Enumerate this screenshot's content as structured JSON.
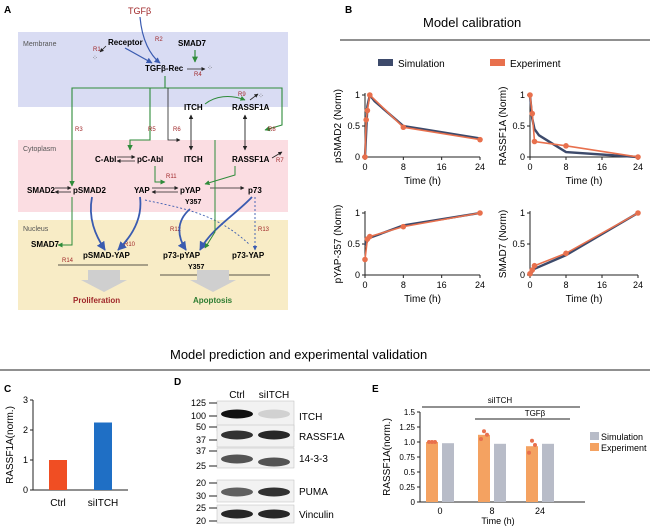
{
  "panel_labels": {
    "a": "A",
    "b": "B",
    "c": "C",
    "d": "D",
    "e": "E"
  },
  "pathway": {
    "tgfb_top": "TGFβ",
    "compartments": {
      "membrane": "Membrane",
      "cytoplasm": "Cytoplasm",
      "nucleus": "Nucleus"
    },
    "nodes": {
      "receptor": "Receptor",
      "smad7_top": "SMAD7",
      "tgfb_rec": "TGFβ-Rec",
      "itch_top": "ITCH",
      "rassf1a_top": "RASSF1A",
      "cabl": "C-Abl",
      "pcabl": "pC-Abl",
      "itch_mid": "ITCH",
      "rassf1a_mid": "RASSF1A",
      "smad2": "SMAD2",
      "psmad2": "pSMAD2",
      "yap": "YAP",
      "pyap": "pYAP",
      "y357": "Y357",
      "p73": "p73",
      "smad7_bottom": "SMAD7",
      "psmad_yap": "pSMAD-YAP",
      "p73_pyap": "p73-pYAP",
      "y357b": "Y357",
      "p73_yap": "p73-YAP"
    },
    "reactions": {
      "r1": "R1",
      "r2": "R2",
      "r3": "R3",
      "r4": "R4",
      "r5": "R5",
      "r6": "R6",
      "r7": "R7",
      "r8": "R8",
      "r9": "R9",
      "r10": "R10",
      "r11": "R11",
      "r12": "R12",
      "r13": "R13",
      "r14": "R14"
    },
    "outcomes": {
      "proliferation": "Proliferation",
      "apoptosis": "Apoptosis"
    }
  },
  "calibration": {
    "title": "Model calibration",
    "legend": {
      "simulation": "Simulation",
      "experiment": "Experiment"
    },
    "colors": {
      "simulation": "#3d4a6b",
      "experiment": "#e8704d"
    },
    "xlabel": "Time (h)",
    "xticks": [
      "0",
      "8",
      "16",
      "24"
    ],
    "yticks": [
      "0",
      "0.5",
      "1"
    ]
  },
  "prediction_title": "Model prediction and experimental validation",
  "chart_data": [
    {
      "type": "line",
      "title": "",
      "ylabel": "pSMAD2 (Norm)",
      "xlabel": "Time (h)",
      "ylim": [
        0,
        1
      ],
      "series": [
        {
          "name": "Simulation",
          "x": [
            0,
            0.5,
            1,
            2,
            8,
            24
          ],
          "values": [
            0,
            0.82,
            1,
            0.9,
            0.5,
            0.3
          ]
        },
        {
          "name": "Experiment",
          "x": [
            0,
            0.25,
            0.5,
            1,
            8,
            24
          ],
          "values": [
            0,
            0.6,
            0.75,
            1,
            0.48,
            0.28
          ]
        }
      ]
    },
    {
      "type": "line",
      "title": "",
      "ylabel": "RASSF1A (Norm)",
      "xlabel": "Time (h)",
      "ylim": [
        0,
        1
      ],
      "series": [
        {
          "name": "Simulation",
          "x": [
            0,
            0.5,
            1,
            2,
            8,
            24
          ],
          "values": [
            1,
            0.62,
            0.45,
            0.35,
            0.08,
            0.0
          ]
        },
        {
          "name": "Experiment",
          "x": [
            0,
            0.5,
            1,
            8,
            24
          ],
          "values": [
            1,
            0.7,
            0.25,
            0.18,
            0.0
          ]
        }
      ]
    },
    {
      "type": "line",
      "title": "",
      "ylabel": "pYAP-357 (Norm)",
      "xlabel": "Time (h)",
      "ylim": [
        0,
        1
      ],
      "series": [
        {
          "name": "Simulation",
          "x": [
            0,
            0.5,
            1,
            8,
            24
          ],
          "values": [
            0.48,
            0.55,
            0.6,
            0.8,
            1
          ]
        },
        {
          "name": "Experiment",
          "x": [
            0,
            0.5,
            1,
            8,
            24
          ],
          "values": [
            0.25,
            0.58,
            0.62,
            0.78,
            1
          ]
        }
      ]
    },
    {
      "type": "line",
      "title": "",
      "ylabel": "SMAD7 (Norm)",
      "xlabel": "Time (h)",
      "ylim": [
        0,
        1
      ],
      "series": [
        {
          "name": "Simulation",
          "x": [
            0,
            0.5,
            1,
            8,
            24
          ],
          "values": [
            0.0,
            0.05,
            0.1,
            0.32,
            1
          ]
        },
        {
          "name": "Experiment",
          "x": [
            0,
            0.5,
            1,
            8,
            24
          ],
          "values": [
            0.02,
            0.08,
            0.15,
            0.35,
            1
          ]
        }
      ]
    },
    {
      "type": "bar",
      "title": "",
      "ylabel": "RASSF1A(norm.)",
      "ylim": [
        0,
        3
      ],
      "categories": [
        "Ctrl",
        "siITCH"
      ],
      "values": [
        1.0,
        2.25
      ],
      "colors": [
        "#f04e23",
        "#1f6fc5"
      ],
      "yticks": [
        "0",
        "1",
        "2",
        "3"
      ]
    },
    {
      "type": "bar",
      "title": "",
      "ylabel": "RASSF1A(norm.)",
      "xlabel": "Time (h)",
      "ylim": [
        0,
        1.5
      ],
      "categories": [
        "0",
        "8",
        "24"
      ],
      "series": [
        {
          "name": "Experiment",
          "values": [
            1.0,
            1.12,
            0.93
          ]
        },
        {
          "name": "Simulation",
          "values": [
            0.98,
            0.97,
            0.97
          ]
        }
      ],
      "yticks": [
        "0",
        "0.25",
        "0.5",
        "0.75",
        "1.0",
        "1.25",
        "1.5"
      ],
      "annotations": {
        "silitch": "siITCH",
        "tgfb": "TGFβ"
      }
    }
  ],
  "western": {
    "lanes": [
      "Ctrl",
      "siITCH"
    ],
    "mw": [
      "125",
      "100",
      "50",
      "37",
      "37",
      "25",
      "20",
      "30",
      "25",
      "20",
      "50",
      "37"
    ],
    "proteins": [
      "ITCH",
      "RASSF1A",
      "14-3-3",
      "PUMA",
      "Vinculin"
    ]
  },
  "panel_e_legend": {
    "simulation": "Simulation",
    "experiment": "Experiment"
  }
}
